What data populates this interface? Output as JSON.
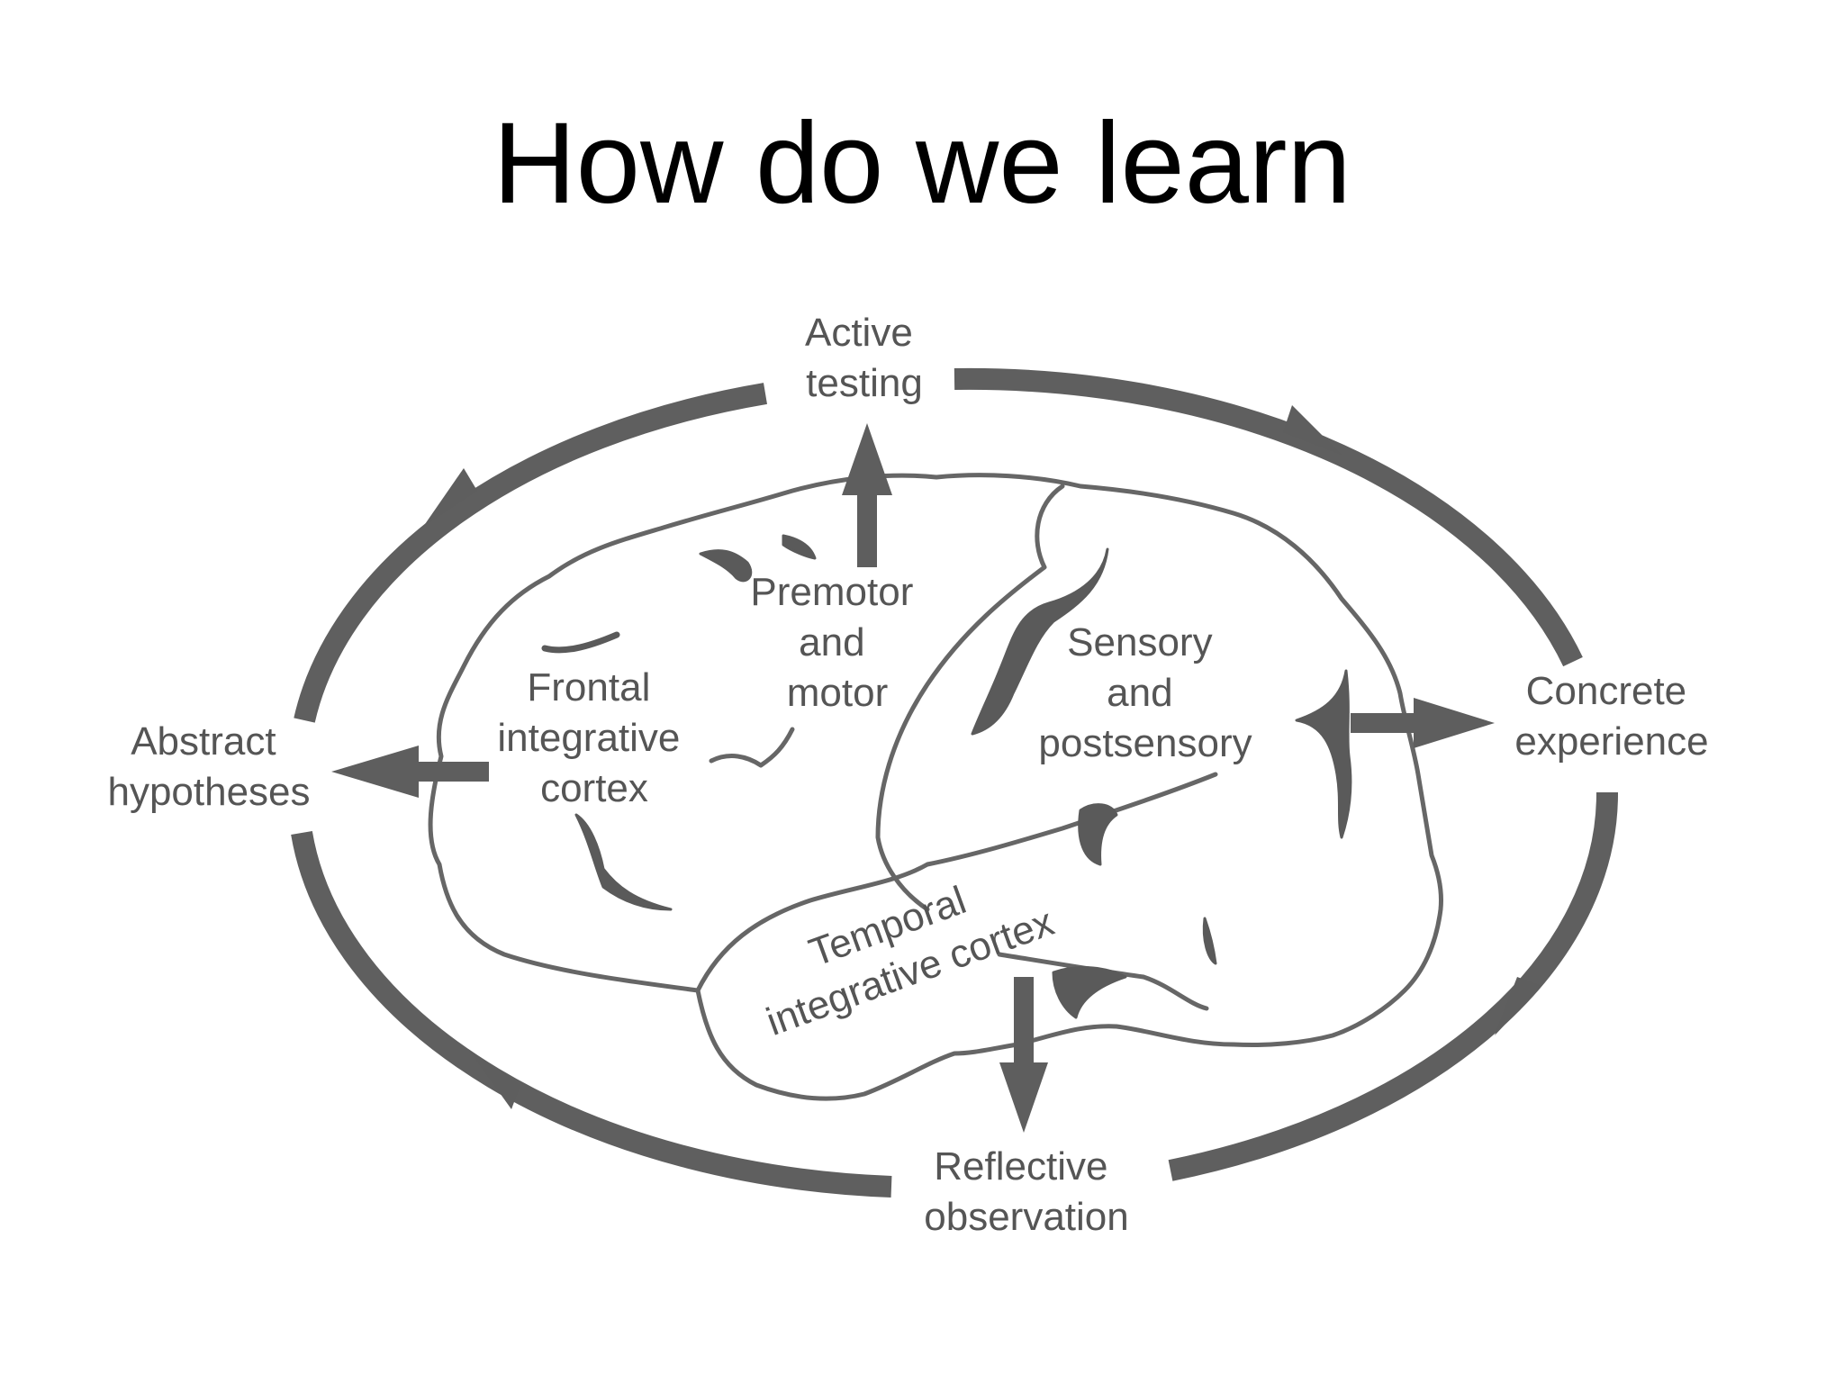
{
  "title": "How do we learn",
  "labels": {
    "active_testing": [
      "Active",
      "testing"
    ],
    "concrete_experience": [
      "Concrete",
      "experience"
    ],
    "reflective_observation": [
      "Reflective",
      "observation"
    ],
    "abstract_hypotheses": [
      "Abstract",
      "hypotheses"
    ],
    "premotor": [
      "Premotor",
      "and",
      "motor"
    ],
    "frontal": [
      "Frontal",
      "integrative",
      "cortex"
    ],
    "sensory": [
      "Sensory",
      "and",
      "postsensory"
    ],
    "temporal": [
      "Temporal",
      "integrative cortex"
    ]
  },
  "colors": {
    "arrow": "#5f5f5f",
    "outline": "#666666",
    "label_text": "#555555",
    "title_text": "#000000"
  }
}
